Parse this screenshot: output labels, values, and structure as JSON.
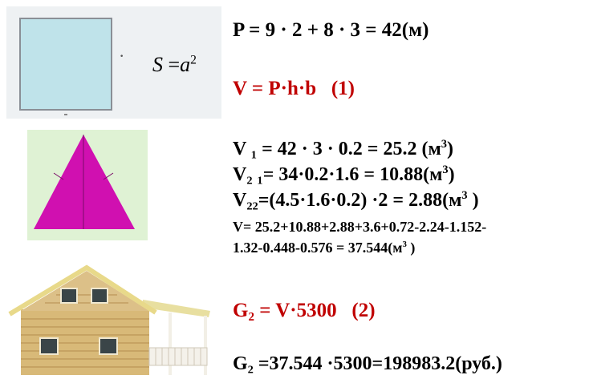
{
  "square_figure": {
    "dot": "•",
    "area_formula": {
      "lhs": "S",
      "eq": "=",
      "base": "a",
      "exp": "2"
    }
  },
  "formulas": {
    "perimeter": "P = 9 · 2 + 8 · 3 = 42(м)",
    "volume_definition": "V = P·h·b   (1)",
    "v1": {
      "text": "V ₁ = 42 · 3 · 0.2 = 25.2 (м",
      "sup": "3",
      "close": ")"
    },
    "v21": {
      "text": "V₂ ₁= 34·0.2·1.6 = 10.88(м",
      "sup": "3",
      "close": ")"
    },
    "v22": {
      "text": "V₂₂=(4.5·1.6·0.2) ·2 = 2.88(м",
      "sup": "3",
      "close": " )"
    },
    "v_total_line1": "V= 25.2+10.88+2.88+3.6+0.72-2.24-1.152-",
    "v_total_line2": {
      "text": "1.32-0.448-0.576 = 37.544(м",
      "sup": "3",
      "close": " )"
    },
    "cost_definition": "G₂ = V·5300   (2)",
    "cost_result": "G₂ =37.544 ·5300=198983.2(руб.)"
  },
  "colors": {
    "square_fill": "#bfe3ea",
    "square_panel": "#eef1f3",
    "triangle_fill": "#d010b0",
    "triangle_bg": "#dff2d4",
    "formula_red": "#c00000"
  },
  "icons": [
    "square-figure",
    "triangle-figure",
    "log-house-image"
  ]
}
